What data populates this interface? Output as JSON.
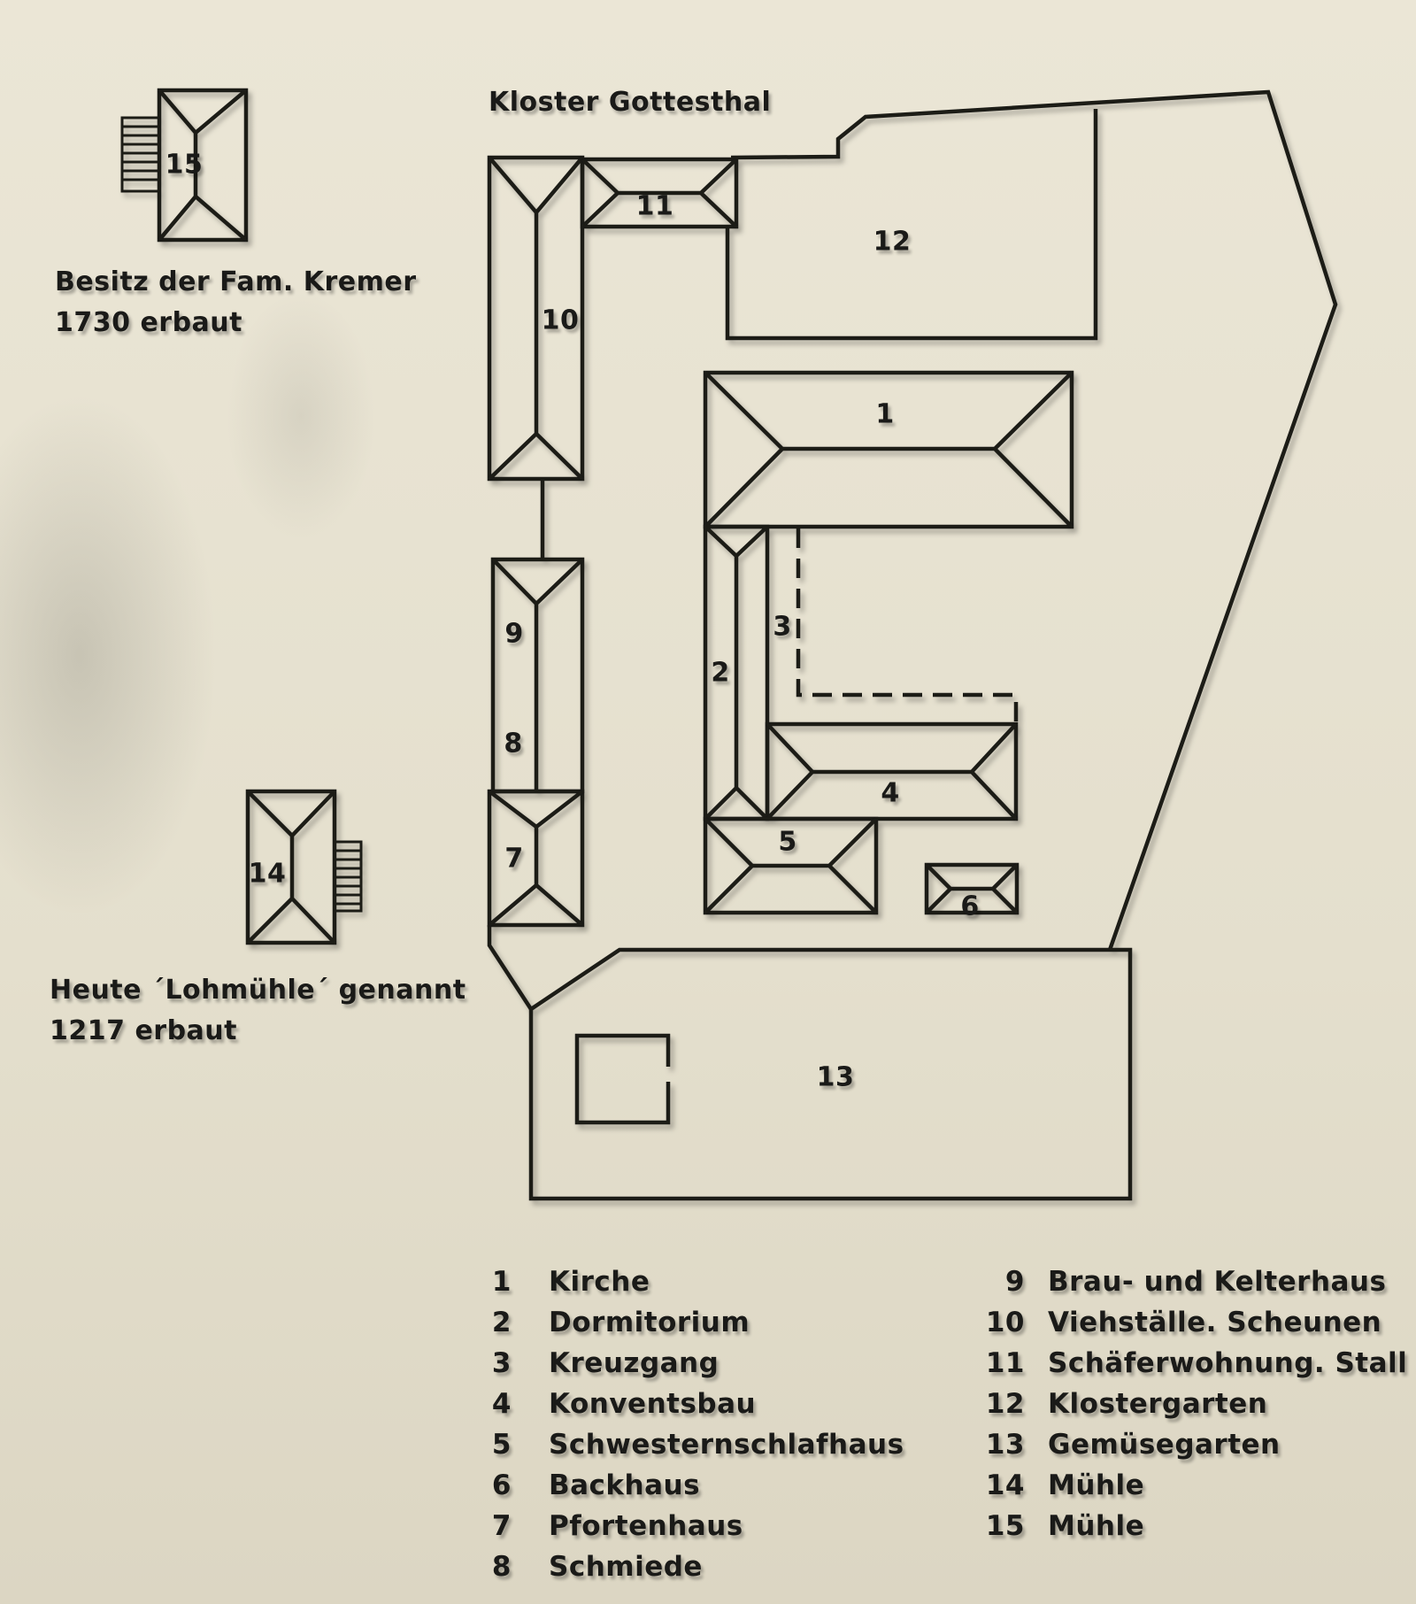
{
  "title": "Kloster Gottesthal",
  "notes": {
    "mill15_line1": "Besitz der Fam. Kremer",
    "mill15_line2": "1730 erbaut",
    "mill14_line1": "Heute ´Lohmühle´ genannt",
    "mill14_line2": "1217 erbaut"
  },
  "buildings": [
    {
      "n": "1"
    },
    {
      "n": "2"
    },
    {
      "n": "3"
    },
    {
      "n": "4"
    },
    {
      "n": "5"
    },
    {
      "n": "6"
    },
    {
      "n": "7"
    },
    {
      "n": "8"
    },
    {
      "n": "9"
    },
    {
      "n": "10"
    },
    {
      "n": "11"
    },
    {
      "n": "12"
    },
    {
      "n": "13"
    },
    {
      "n": "14"
    },
    {
      "n": "15"
    }
  ],
  "legend": [
    {
      "number": "1",
      "label": "Kirche"
    },
    {
      "number": "2",
      "label": "Dormitorium"
    },
    {
      "number": "3",
      "label": "Kreuzgang"
    },
    {
      "number": "4",
      "label": "Konventsbau"
    },
    {
      "number": "5",
      "label": "Schwesternschlafhaus"
    },
    {
      "number": "6",
      "label": "Backhaus"
    },
    {
      "number": "7",
      "label": "Pfortenhaus"
    },
    {
      "number": "8",
      "label": "Schmiede"
    },
    {
      "number": "9",
      "label": "Brau- und Kelterhaus"
    },
    {
      "number": "10",
      "label": "Viehställe. Scheunen"
    },
    {
      "number": "11",
      "label": "Schäferwohnung. Stall"
    },
    {
      "number": "12",
      "label": "Klostergarten"
    },
    {
      "number": "13",
      "label": "Gemüsegarten"
    },
    {
      "number": "14",
      "label": "Mühle"
    },
    {
      "number": "15",
      "label": "Mühle"
    }
  ],
  "colors": {
    "wall": "#e8e3d2",
    "ink": "#1a1a18"
  }
}
